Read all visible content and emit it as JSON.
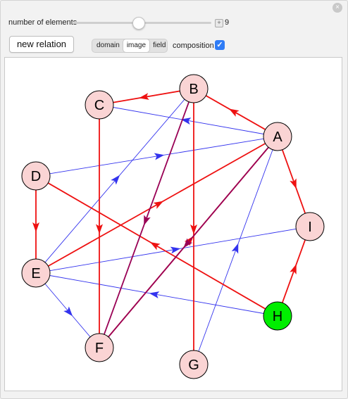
{
  "controls": {
    "count_label": "number of elements",
    "count_value": "9",
    "count_fraction": 0.47,
    "new_relation_label": "new relation",
    "view_options": [
      "domain",
      "image",
      "field"
    ],
    "view_selected": "image",
    "composition_label": "composition",
    "composition_checked": true,
    "composition_check_glyph": "✓",
    "plus_glyph": "+",
    "close_glyph": "×"
  },
  "graph": {
    "nodes": [
      {
        "id": "A",
        "fill": "#fad4d4"
      },
      {
        "id": "B",
        "fill": "#fad4d4"
      },
      {
        "id": "C",
        "fill": "#fad4d4"
      },
      {
        "id": "D",
        "fill": "#fad4d4"
      },
      {
        "id": "E",
        "fill": "#fad4d4"
      },
      {
        "id": "F",
        "fill": "#fad4d4"
      },
      {
        "id": "G",
        "fill": "#fad4d4"
      },
      {
        "id": "H",
        "fill": "#00ee00"
      },
      {
        "id": "I",
        "fill": "#fad4d4"
      }
    ],
    "relation_edges": [
      {
        "from": "A",
        "to": "B"
      },
      {
        "from": "A",
        "to": "I"
      },
      {
        "from": "B",
        "to": "C"
      },
      {
        "from": "B",
        "to": "G"
      },
      {
        "from": "C",
        "to": "F"
      },
      {
        "from": "D",
        "to": "E"
      },
      {
        "from": "H",
        "to": "D"
      },
      {
        "from": "H",
        "to": "I"
      },
      {
        "from": "E",
        "to": "A"
      },
      {
        "from": "F",
        "to": "A"
      }
    ],
    "overlap_edges": [
      {
        "from": "B",
        "to": "F"
      },
      {
        "from": "A",
        "to": "F"
      }
    ],
    "composition_edges": [
      {
        "from": "A",
        "to": "C"
      },
      {
        "from": "D",
        "to": "A"
      },
      {
        "from": "E",
        "to": "B"
      },
      {
        "from": "E",
        "to": "I"
      },
      {
        "from": "E",
        "to": "F"
      },
      {
        "from": "H",
        "to": "E"
      },
      {
        "from": "G",
        "to": "A"
      }
    ],
    "colors": {
      "relation": "#ee1111",
      "composition": "#3333ee",
      "overlap": "#990055",
      "node_stroke": "#000000"
    }
  }
}
